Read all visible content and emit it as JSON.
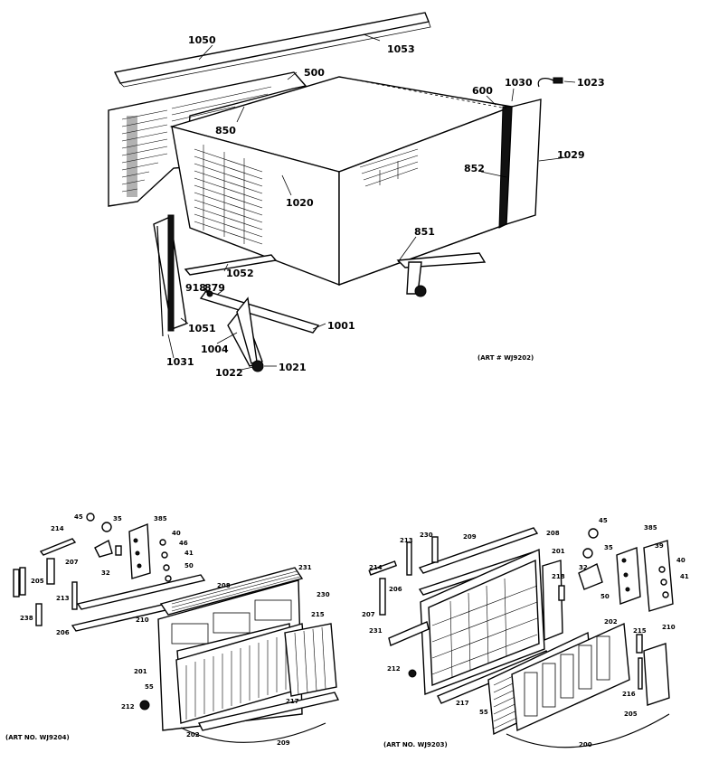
{
  "top_diagram": {
    "art_label": "(ART # WJ9202)",
    "labels": {
      "l1050": "1050",
      "l1053": "1053",
      "l500": "500",
      "l850": "850",
      "l600": "600",
      "l1030": "1030",
      "l1023": "1023",
      "l1029": "1029",
      "l852": "852",
      "l1020": "1020",
      "l851": "851",
      "l1052": "1052",
      "l918": "918",
      "l879": "879",
      "l1001": "1001",
      "l1051": "1051",
      "l1004": "1004",
      "l1031": "1031",
      "l1022": "1022",
      "l1021": "1021"
    }
  },
  "left_diagram": {
    "art_label": "(ART NO. WJ9204)",
    "labels": {
      "l214": "214",
      "l45": "45",
      "l35": "35",
      "l385": "385",
      "l40": "40",
      "l46": "46",
      "l41": "41",
      "l50": "50",
      "l207": "207",
      "l205": "205",
      "l32": "32",
      "l238": "238",
      "l213": "213",
      "l208": "208",
      "l206": "206",
      "l210": "210",
      "l201": "201",
      "l55": "55",
      "l212": "212",
      "l202": "202",
      "l217": "217",
      "l231": "231",
      "l230": "230",
      "l215": "215",
      "l209": "209"
    }
  },
  "right_diagram": {
    "art_label": "(ART NO. WJ9203)",
    "labels": {
      "l213": "213",
      "l230": "230",
      "l209": "209",
      "l208": "208",
      "l45": "45",
      "l385": "385",
      "l201": "201",
      "l214": "214",
      "l35": "35",
      "l39": "39",
      "l218": "218",
      "l32": "32",
      "l40": "40",
      "l207": "207",
      "l206": "206",
      "l50": "50",
      "l41": "41",
      "l231": "231",
      "l212": "212",
      "l202": "202",
      "l215": "215",
      "l210": "210",
      "l217": "217",
      "l55": "55",
      "l216": "216",
      "l205": "205",
      "l200": "200"
    }
  }
}
